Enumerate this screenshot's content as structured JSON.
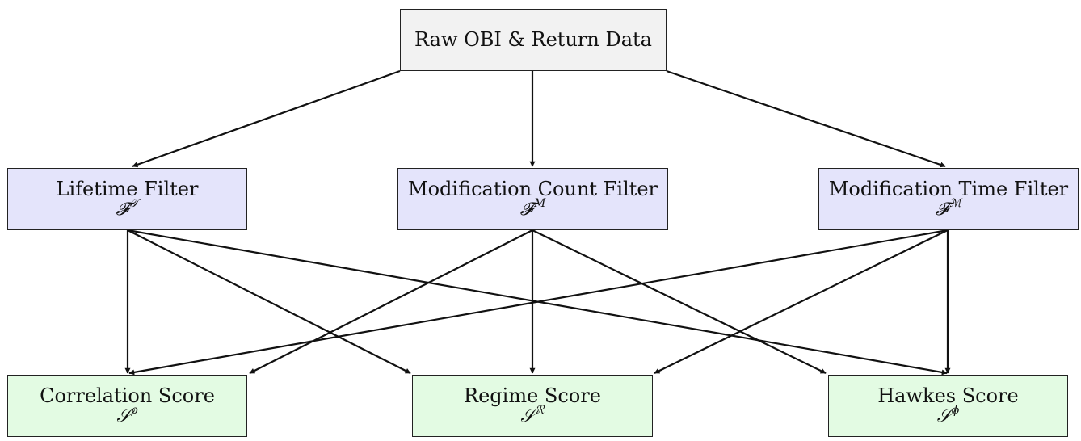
{
  "source": {
    "label": "Raw OBI & Return Data"
  },
  "filters": [
    {
      "label": "Lifetime Filter",
      "symbol": "𝓕",
      "superscript": "𝒯"
    },
    {
      "label": "Modification Count Filter",
      "symbol": "𝓕",
      "superscript": "M"
    },
    {
      "label": "Modification Time Filter",
      "symbol": "𝓕",
      "superscript": "ℳ"
    }
  ],
  "scores": [
    {
      "label": "Correlation Score",
      "symbol": "𝒮",
      "superscript": "ρ"
    },
    {
      "label": "Regime Score",
      "symbol": "𝒮",
      "superscript": "ℛ"
    },
    {
      "label": "Hawkes Score",
      "symbol": "𝒮",
      "superscript": "ϕ"
    }
  ],
  "colors": {
    "source_fill": "#f2f2f2",
    "filter_fill": "#e4e4fb",
    "score_fill": "#e3fbe3",
    "stroke": "#222222"
  }
}
